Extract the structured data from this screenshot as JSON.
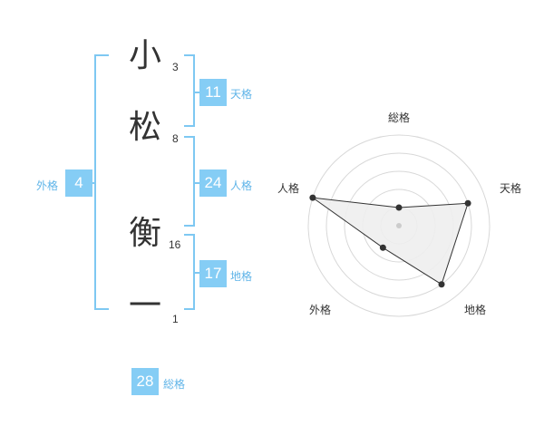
{
  "name": {
    "characters": [
      {
        "char": "小",
        "strokes": "3"
      },
      {
        "char": "松",
        "strokes": "8"
      },
      {
        "char": "衡",
        "strokes": "16"
      },
      {
        "char": "一",
        "strokes": "1"
      }
    ]
  },
  "fortunes": {
    "tenkaku": {
      "value": "11",
      "label": "天格"
    },
    "jinkaku": {
      "value": "24",
      "label": "人格"
    },
    "chikaku": {
      "value": "17",
      "label": "地格"
    },
    "gaikaku": {
      "value": "4",
      "label": "外格"
    },
    "soukaku": {
      "value": "28",
      "label": "総格"
    }
  },
  "colors": {
    "accent": "#85cdf5",
    "bracket": "#7ec8f2",
    "label": "#5fb4e8",
    "radar_fill": "#eeeeee",
    "radar_line": "#333333"
  },
  "chart_data": {
    "type": "radar",
    "axes": [
      "総格",
      "天格",
      "地格",
      "外格",
      "人格"
    ],
    "values": [
      1,
      4,
      4,
      1.5,
      5
    ],
    "range": [
      0,
      5
    ],
    "rings": 5
  }
}
